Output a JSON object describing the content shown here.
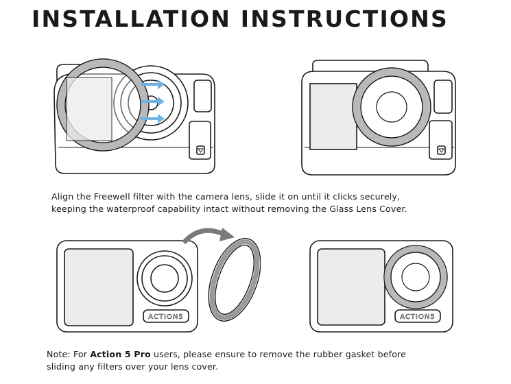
{
  "title": "INSTALLATION INSTRUCTIONS",
  "step1_caption": {
    "line1": "Align the Freewell filter with the camera lens, slide it on until it clicks securely,",
    "line2": "keeping the waterproof capability intact without removing the Glass Lens Cover."
  },
  "step2_caption": {
    "prefix": "Note: For ",
    "emphasis": "Action 5 Pro",
    "suffix": " users, please ensure to remove the rubber gasket before",
    "line2": "sliding any filters over your lens cover."
  },
  "camera_label": "ACTION5",
  "colors": {
    "outline": "#1a1a1a",
    "filter_ring": "#b9b9b9",
    "screen": "#ececec",
    "arrow_blue": "#6fb3e0",
    "curved_arrow": "#7a7a7a"
  }
}
